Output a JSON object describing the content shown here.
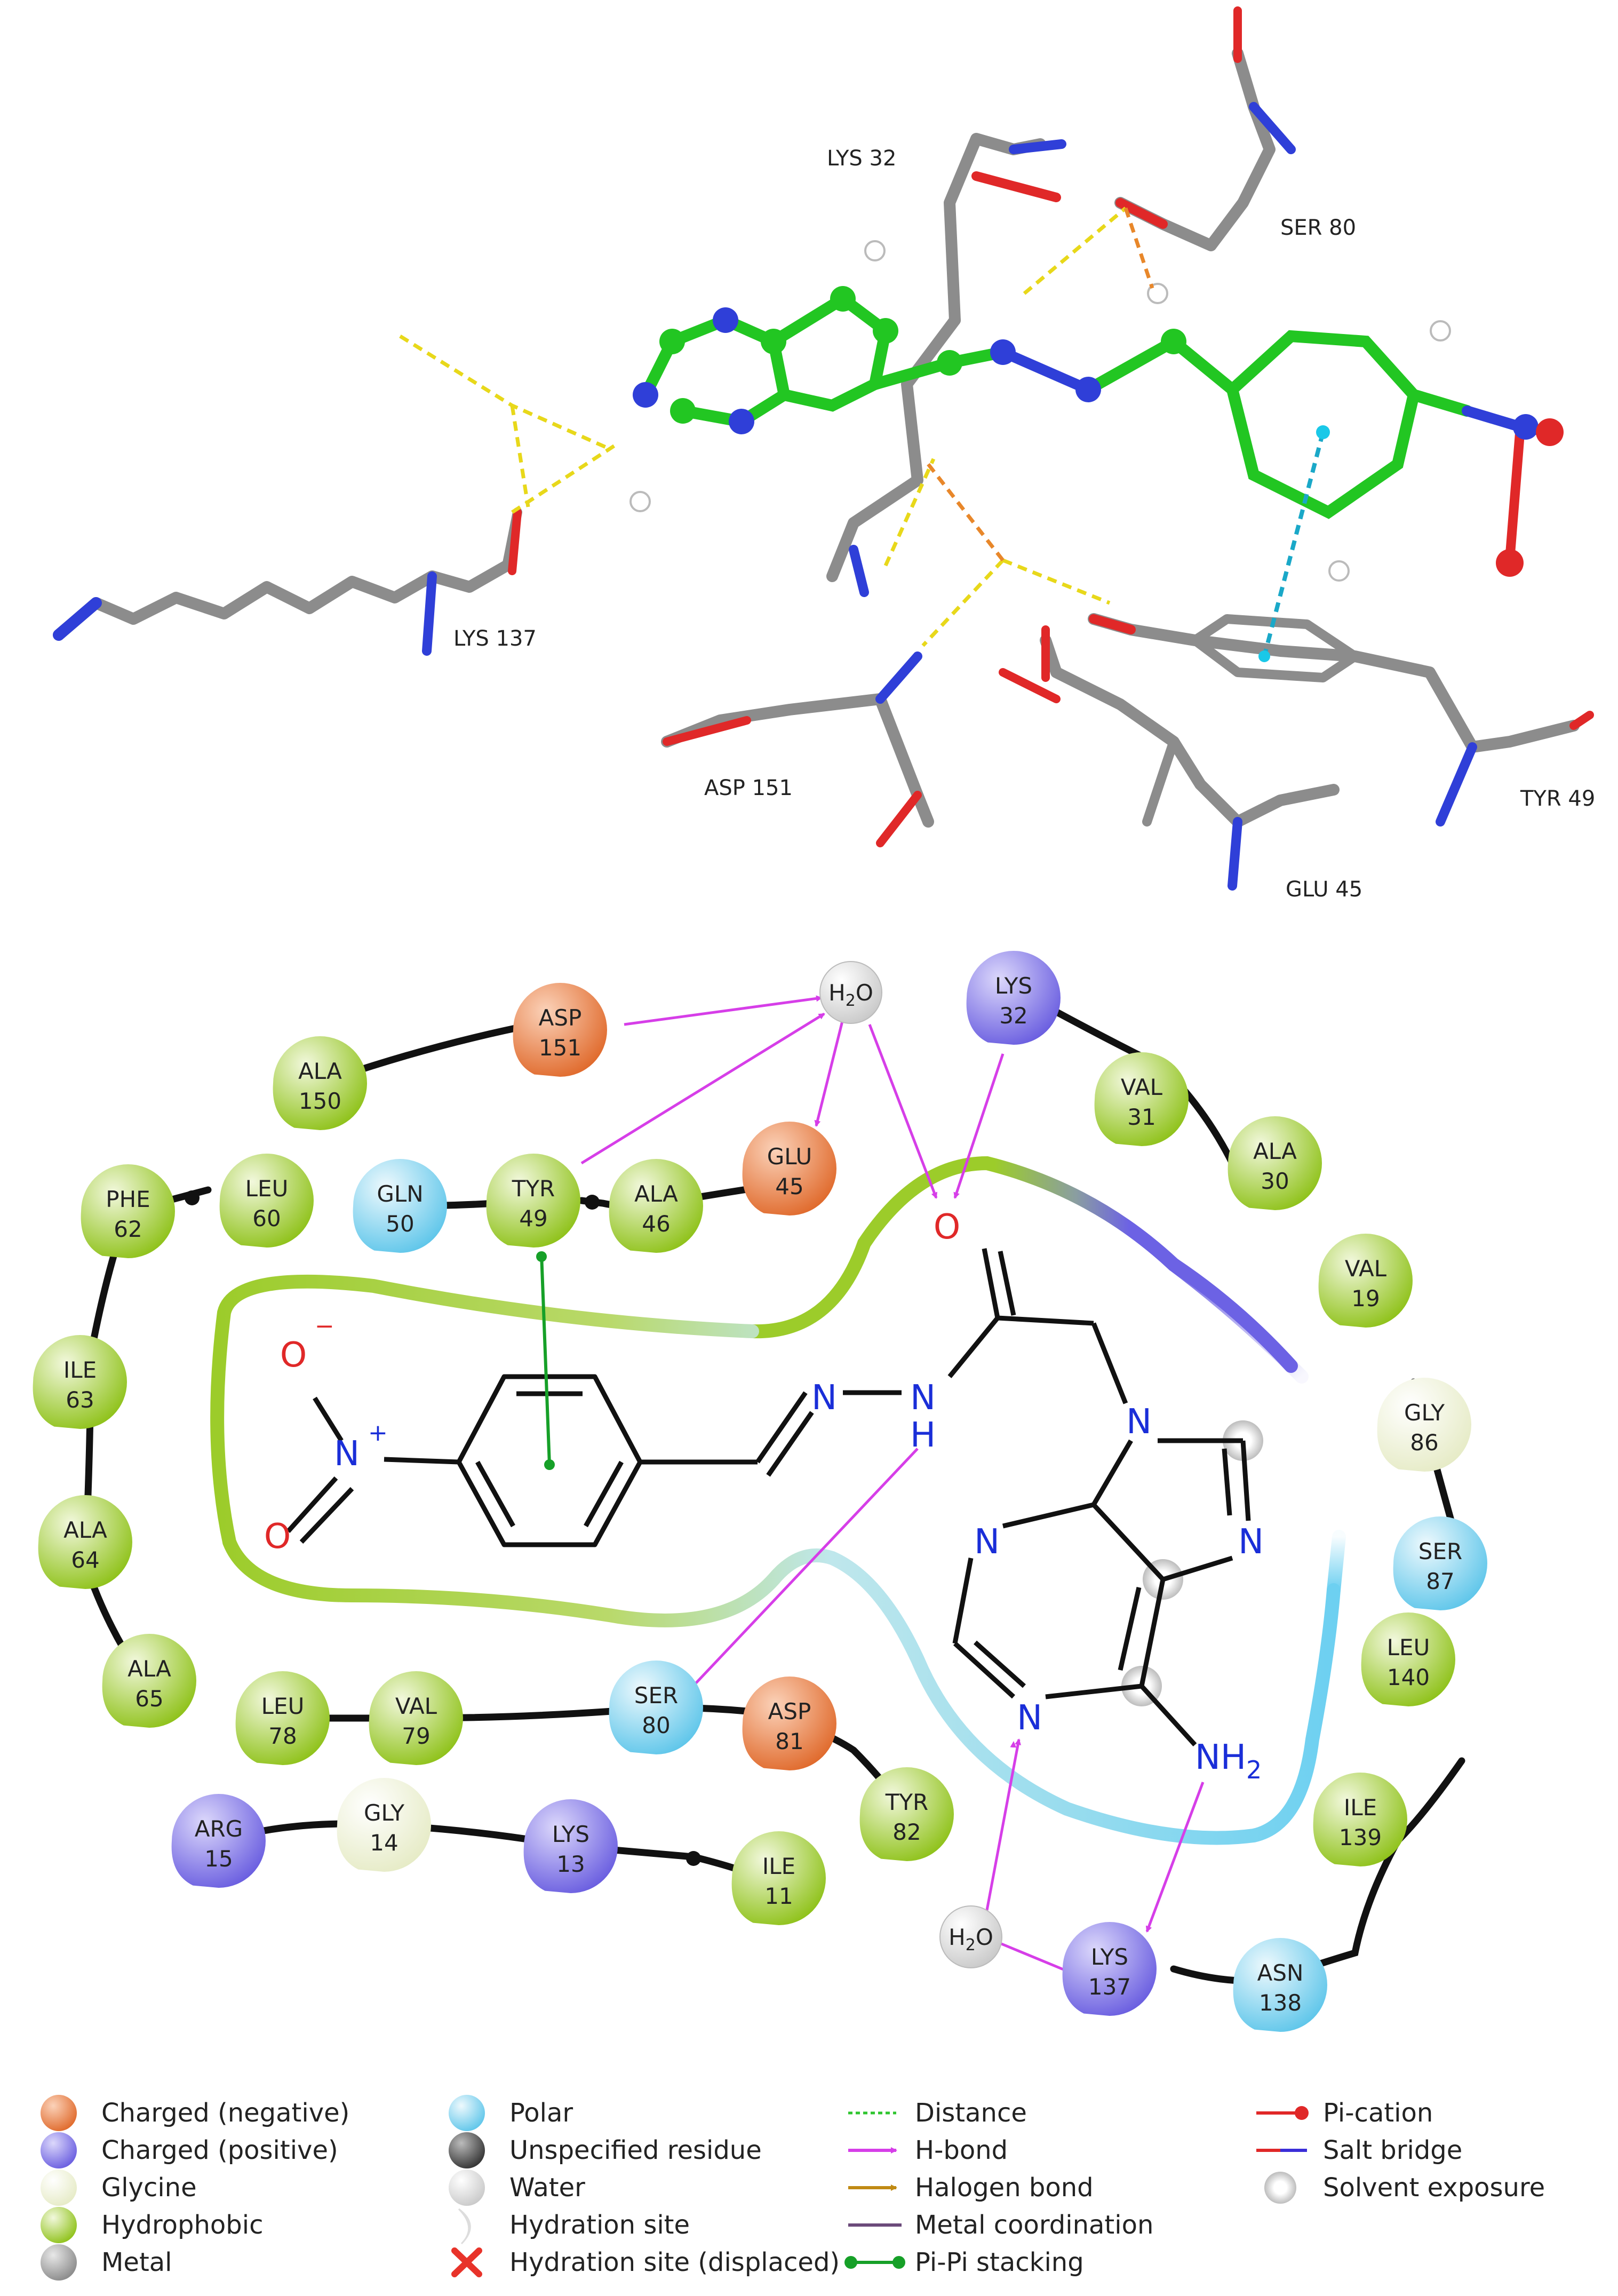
{
  "residues_3d": [
    "LYS  32",
    "SER  80",
    "LYS  137",
    "ASP  151",
    "TYR  49",
    "GLU  45"
  ],
  "residues_2d": [
    {
      "name": "ALA",
      "num": "150",
      "cls": "hydrophobic"
    },
    {
      "name": "ASP",
      "num": "151",
      "cls": "negative"
    },
    {
      "name": "LYS",
      "num": "32",
      "cls": "positive"
    },
    {
      "name": "VAL",
      "num": "31",
      "cls": "hydrophobic"
    },
    {
      "name": "ALA",
      "num": "30",
      "cls": "hydrophobic"
    },
    {
      "name": "VAL",
      "num": "19",
      "cls": "hydrophobic"
    },
    {
      "name": "GLY",
      "num": "86",
      "cls": "glycine"
    },
    {
      "name": "SER",
      "num": "87",
      "cls": "polar"
    },
    {
      "name": "LEU",
      "num": "140",
      "cls": "hydrophobic"
    },
    {
      "name": "ILE",
      "num": "139",
      "cls": "hydrophobic"
    },
    {
      "name": "ASN",
      "num": "138",
      "cls": "polar"
    },
    {
      "name": "LYS",
      "num": "137",
      "cls": "positive"
    },
    {
      "name": "PHE",
      "num": "62",
      "cls": "hydrophobic"
    },
    {
      "name": "LEU",
      "num": "60",
      "cls": "hydrophobic"
    },
    {
      "name": "GLN",
      "num": "50",
      "cls": "polar"
    },
    {
      "name": "TYR",
      "num": "49",
      "cls": "hydrophobic"
    },
    {
      "name": "ALA",
      "num": "46",
      "cls": "hydrophobic"
    },
    {
      "name": "GLU",
      "num": "45",
      "cls": "negative"
    },
    {
      "name": "ILE",
      "num": "63",
      "cls": "hydrophobic"
    },
    {
      "name": "ALA",
      "num": "64",
      "cls": "hydrophobic"
    },
    {
      "name": "ALA",
      "num": "65",
      "cls": "hydrophobic"
    },
    {
      "name": "LEU",
      "num": "78",
      "cls": "hydrophobic"
    },
    {
      "name": "VAL",
      "num": "79",
      "cls": "hydrophobic"
    },
    {
      "name": "SER",
      "num": "80",
      "cls": "polar"
    },
    {
      "name": "ASP",
      "num": "81",
      "cls": "negative"
    },
    {
      "name": "TYR",
      "num": "82",
      "cls": "hydrophobic"
    },
    {
      "name": "ARG",
      "num": "15",
      "cls": "positive"
    },
    {
      "name": "GLY",
      "num": "14",
      "cls": "glycine"
    },
    {
      "name": "LYS",
      "num": "13",
      "cls": "positive"
    },
    {
      "name": "ILE",
      "num": "11",
      "cls": "hydrophobic"
    }
  ],
  "water_label": "H2O",
  "atoms": {
    "oxygen": "O",
    "nitrogen": "N",
    "nh": "H",
    "nh2": "NH",
    "nh2_sub": "2",
    "nplus": "N",
    "plus": "+",
    "ominus": "O",
    "minus": "−"
  },
  "legend": [
    [
      "Charged (negative)",
      "Charged (positive)",
      "Glycine",
      "Hydrophobic",
      "Metal"
    ],
    [
      "Polar",
      "Unspecified residue",
      "Water",
      "Hydration site",
      "Hydration site (displaced)"
    ],
    [
      "Distance",
      "H-bond",
      "Halogen bond",
      "Metal coordination",
      "Pi-Pi stacking"
    ],
    [
      "Pi-cation",
      "Salt bridge",
      "Solvent exposure"
    ]
  ],
  "colors": {
    "negative": "#e8733a",
    "positive": "#7b6fe6",
    "glycine": "#f3f6df",
    "hydrophobic": "#9ccc2a",
    "polar": "#7fd3ef",
    "hbond": "#d63ee8",
    "pipi": "#16a028",
    "carbon": "#888888",
    "ligand": "#2ec52e"
  }
}
